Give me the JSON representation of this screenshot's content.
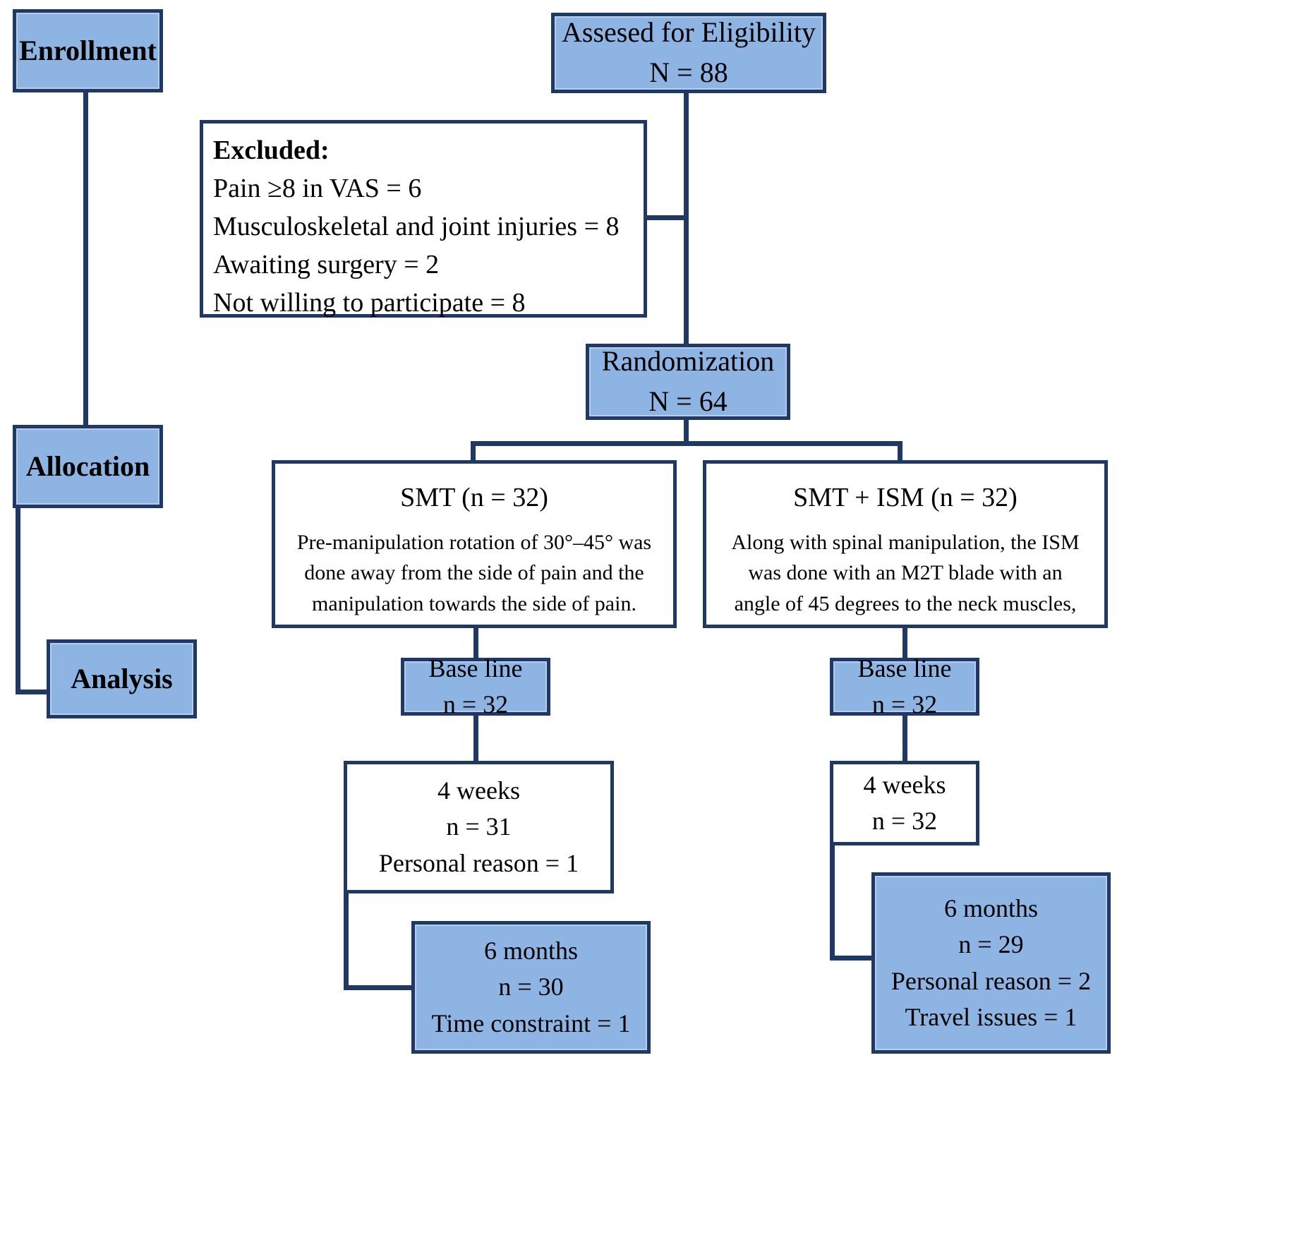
{
  "diagram": {
    "type": "consort-flow-diagram",
    "colors": {
      "box_fill": "#8eb4e3",
      "box_border": "#1f3864",
      "box_plain_fill": "#ffffff",
      "text": "#000000"
    },
    "stage_labels": {
      "enrollment": "Enrollment",
      "allocation": "Allocation",
      "analysis": "Analysis"
    },
    "assessed": {
      "title": "Assesed for Eligibility",
      "count": "N = 88"
    },
    "excluded": {
      "heading": "Excluded:",
      "reasons": [
        "Pain ≥8 in VAS = 6",
        "Musculoskeletal and joint injuries = 8",
        "Awaiting surgery = 2",
        "Not willing to participate = 8"
      ]
    },
    "randomization": {
      "title": "Randomization",
      "count": "N = 64"
    },
    "arms": [
      {
        "title": "SMT (n = 32)",
        "description_lines": [
          "Pre-manipulation rotation of 30°–45° was",
          "done away from the side of pain and the",
          "manipulation towards the side of pain."
        ],
        "baseline": {
          "label": "Base line",
          "count": "n = 32"
        },
        "week4": {
          "label": "4 weeks",
          "count": "n = 31",
          "note": "Personal reason = 1"
        },
        "month6": {
          "label": "6 months",
          "count": "n = 30",
          "notes": [
            "Time constraint = 1"
          ]
        }
      },
      {
        "title": "SMT + ISM (n = 32)",
        "description_lines": [
          "Along with spinal manipulation, the ISM",
          "was done with an M2T blade with an",
          "angle of 45 degrees to the neck muscles,"
        ],
        "baseline": {
          "label": "Base line",
          "count": "n = 32"
        },
        "week4": {
          "label": "4 weeks",
          "count": "n = 32",
          "note": ""
        },
        "month6": {
          "label": "6 months",
          "count": "n = 29",
          "notes": [
            "Personal reason = 2",
            "Travel issues = 1"
          ]
        }
      }
    ]
  }
}
